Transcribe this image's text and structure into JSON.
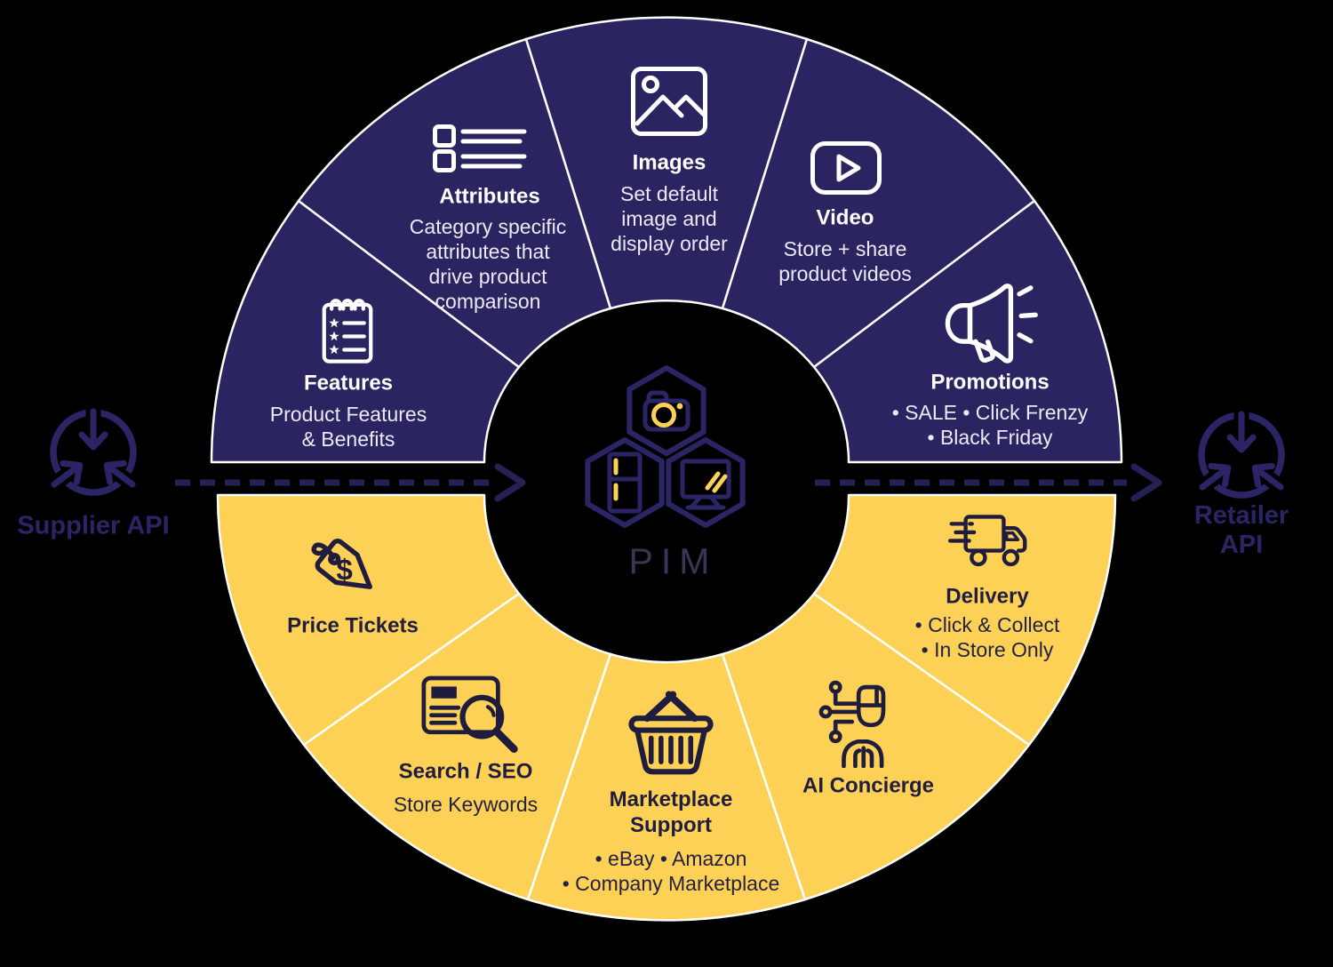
{
  "center": {
    "label": "PIM"
  },
  "supplier_api": {
    "label": "Supplier API"
  },
  "retailer_api": {
    "label": "Retailer API"
  },
  "segments": {
    "features": {
      "title": "Features",
      "description": "Product Features\n& Benefits"
    },
    "attributes": {
      "title": "Attributes",
      "description": "Category specific\nattributes that\ndrive product\ncomparison"
    },
    "images": {
      "title": "Images",
      "description": "Set default\nimage and\ndisplay order"
    },
    "video": {
      "title": "Video",
      "description": "Store + share\nproduct videos"
    },
    "promotions": {
      "title": "Promotions",
      "description": "• SALE • Click Frenzy\n• Black Friday"
    },
    "price_tickets": {
      "title": "Price Tickets",
      "currency_symbol": "$"
    },
    "search_seo": {
      "title": "Search / SEO",
      "description": "Store Keywords"
    },
    "marketplace_support": {
      "title": "Marketplace\nSupport",
      "description": "• eBay • Amazon\n• Company Marketplace"
    },
    "ai_concierge": {
      "title": "AI Concierge"
    },
    "delivery": {
      "title": "Delivery",
      "description": "• Click & Collect\n• In Store Only"
    }
  },
  "colors": {
    "navy_half": "#2a2560",
    "yellow_half": "#fdd155",
    "divider": "#ffffff",
    "icon_on_navy": "#ffffff",
    "icon_on_yellow": "#1f1c3e",
    "api_accent": "#2b2566",
    "pim_text": "#3a3552",
    "accent_yellow": "#fdd155"
  }
}
